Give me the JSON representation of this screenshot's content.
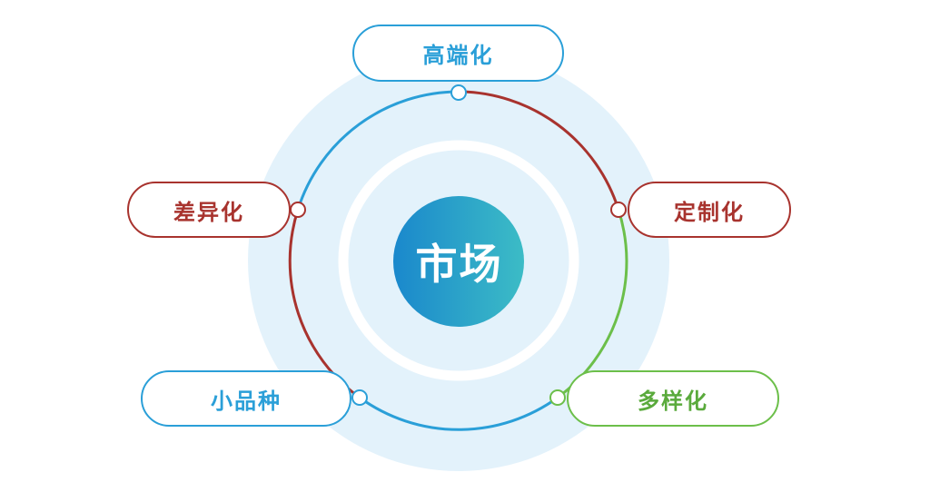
{
  "center": {
    "label": "市场"
  },
  "nodes": [
    {
      "label": "高端化",
      "color": "#2a9fd8"
    },
    {
      "label": "差异化",
      "color": "#a8332e"
    },
    {
      "label": "定制化",
      "color": "#a8332e"
    },
    {
      "label": "小品种",
      "color": "#2a9fd8"
    },
    {
      "label": "多样化",
      "color": "#5aaa3c"
    }
  ],
  "colors": {
    "blue": "#2a9fd8",
    "red": "#a8332e",
    "green": "#6cbf4a",
    "halo": "#dff0fa"
  }
}
